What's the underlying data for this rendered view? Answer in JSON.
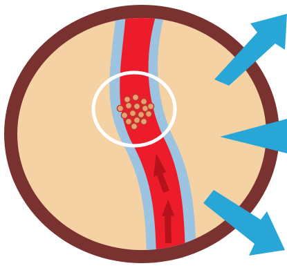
{
  "diagram": {
    "colors": {
      "background": "#ffffff",
      "rim": "#7a3230",
      "tissue": "#f4d2a4",
      "vessel_wall": "#9cc3df",
      "blood": "#ec1c2a",
      "flow_arrow": "#b5121b",
      "focus_ring": "#ffffff",
      "cluster_particle": "#e8a070",
      "cluster_particle_edge": "#b43a2c",
      "pointer_arrow": "#29a6d8"
    },
    "icons": {
      "flow_arrows": "arrow-up-icon",
      "pointers": "arrow-pointer-icon",
      "cluster": "particle-cluster-icon"
    },
    "flow_arrow_count": 2,
    "pointer_arrow_count": 3,
    "cluster_particle_count": 16
  }
}
